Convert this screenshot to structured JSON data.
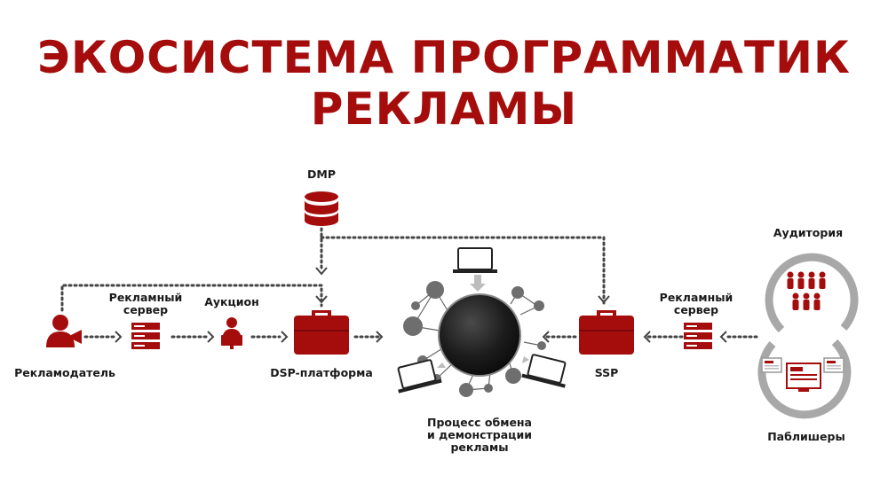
{
  "title": {
    "line1": "ЭКОСИСТЕМА ПРОГРАММАТИК",
    "line2": "РЕКЛАМЫ"
  },
  "labels": {
    "dmp": "DMP",
    "ad_server_left_1": "Рекламный",
    "ad_server_left_2": "сервер",
    "auction": "Аукцион",
    "advertiser": "Рекламодатель",
    "dsp": "DSP-платформа",
    "exchange_1": "Процесс обмена",
    "exchange_2": "и демонстрации",
    "exchange_3": "рекламы",
    "ssp": "SSP",
    "ad_server_right_1": "Рекламный",
    "ad_server_right_2": "сервер",
    "audience": "Аудитория",
    "publishers": "Паблишеры"
  },
  "colors": {
    "accent": "#a50d0d",
    "dots": "#444444",
    "hub": "#1c1c1c",
    "nodes": "#6e6e6e"
  }
}
